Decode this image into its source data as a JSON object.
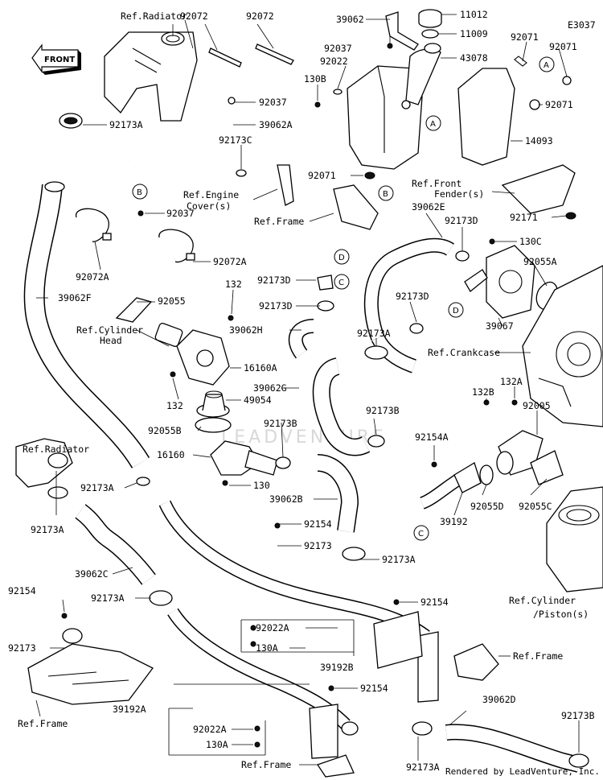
{
  "diagram_code": "E3037",
  "front_arrow": "FRONT",
  "watermark": "LEADVENTURE",
  "credit": "Rendered by LeadVenture, Inc.",
  "circle_refs": [
    "A",
    "B",
    "C",
    "D"
  ],
  "labels": {
    "ref_radiator_top": "Ref.Radiator",
    "p92072_a": "92072",
    "p92072_b": "92072",
    "p39062": "39062",
    "p11012": "11012",
    "p11009": "11009",
    "p92037_a": "92037",
    "p92022": "92022",
    "p43078": "43078",
    "p130b": "130B",
    "p92071_a": "92071",
    "p92071_b": "92071",
    "p92071_c": "92071",
    "p92037_b": "92037",
    "p92173a_1": "92173A",
    "p39062a": "39062A",
    "p92173c": "92173C",
    "p14093": "14093",
    "p92071_d": "92071",
    "ref_engine_cover": "Ref.Engine",
    "ref_engine_cover2": "Cover(s)",
    "ref_front_fender": "Ref.Front",
    "ref_front_fender2": "Fender(s)",
    "p92037_c": "92037",
    "ref_frame_1": "Ref.Frame",
    "p92171": "92171",
    "p39062e": "39062E",
    "p92173d_1": "92173D",
    "p130c": "130C",
    "p92055a": "92055A",
    "p92072a_1": "92072A",
    "p92072a_2": "92072A",
    "p132_a": "132",
    "p92173d_2": "92173D",
    "p92173d_3": "92173D",
    "p39062f": "39062F",
    "p92055": "92055",
    "p92173d_4": "92173D",
    "p39067": "39067",
    "p39062h": "39062H",
    "ref_cyl_head": "Ref.Cylinder",
    "ref_cyl_head2": "Head",
    "ref_crankcase": "Ref.Crankcase",
    "p92173a_2": "92173A",
    "p16160a": "16160A",
    "p132b": "132B",
    "p132a": "132A",
    "p39062g": "39062G",
    "p92005": "92005",
    "p132_b": "132",
    "p49054": "49054",
    "p92173b_1": "92173B",
    "p92055b": "92055B",
    "p92173b_2": "92173B",
    "p92154a": "92154A",
    "ref_radiator_left": "Ref.Radiator",
    "p16160": "16160",
    "p92173a_3": "92173A",
    "p130": "130",
    "p39062b": "39062B",
    "p92055d": "92055D",
    "p92055c": "92055C",
    "p39192": "39192",
    "p92173a_4": "92173A",
    "p92154_a": "92154",
    "p92173_a": "92173",
    "p92173a_5": "92173A",
    "p39062c": "39062C",
    "p92173a_6": "92173A",
    "p92154_b": "92154",
    "p92022a_1": "92022A",
    "p130a_1": "130A",
    "ref_cyl_piston": "Ref.Cylinder",
    "ref_cyl_piston2": "/Piston(s)",
    "p92154_c": "92154",
    "p92173_b": "92173",
    "ref_frame_2": "Ref.Frame",
    "p39192b": "39192B",
    "ref_frame_3": "Ref.Frame",
    "p39192a": "39192A",
    "p92154_d": "92154",
    "p39062d": "39062D",
    "p92022a_2": "92022A",
    "p130a_2": "130A",
    "p92173b_3": "92173B",
    "ref_frame_4": "Ref.Frame",
    "p92173a_7": "92173A"
  }
}
